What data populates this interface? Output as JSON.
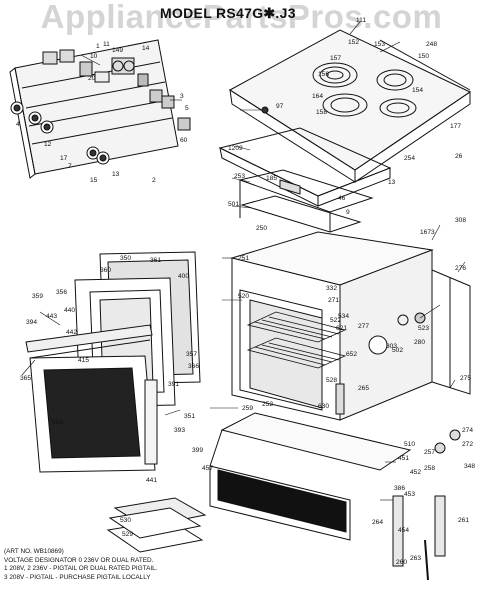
{
  "watermark": "AppliancePartsPros.com",
  "model_title": "MODEL RS47G✱.J3",
  "art_no": "(ART NO. WB10869)",
  "notes": [
    "VOLTAGE DESIGNATOR 0 236V OR DUAL RATED.",
    "1  208V, 2  236V - PIGTAIL OR DUAL RATED PIGTAIL.",
    "3  208V - PIGTAIL - PURCHASE PIGTAIL LOCALLY"
  ],
  "callouts": [
    "1",
    "10",
    "11",
    "149",
    "14",
    "20",
    "3",
    "5",
    "4",
    "12",
    "17",
    "15",
    "13",
    "7",
    "2",
    "60",
    "111",
    "152",
    "153",
    "248",
    "150",
    "157",
    "156",
    "154",
    "164",
    "158",
    "97",
    "177",
    "1209",
    "254",
    "26",
    "185",
    "253",
    "46",
    "9",
    "13",
    "501",
    "250",
    "1673",
    "308",
    "251",
    "276",
    "520",
    "332",
    "271",
    "522",
    "534",
    "621",
    "277",
    "652",
    "528",
    "523",
    "303",
    "280",
    "502",
    "265",
    "630",
    "275",
    "359",
    "350",
    "361",
    "360",
    "400",
    "357",
    "366",
    "356",
    "440",
    "443",
    "442",
    "394",
    "365",
    "415",
    "391",
    "351",
    "393",
    "399",
    "558",
    "441",
    "530",
    "529",
    "259",
    "252",
    "457",
    "510",
    "451",
    "452",
    "386",
    "453",
    "454",
    "264",
    "260",
    "263",
    "257",
    "261",
    "274",
    "272",
    "348",
    "258"
  ]
}
